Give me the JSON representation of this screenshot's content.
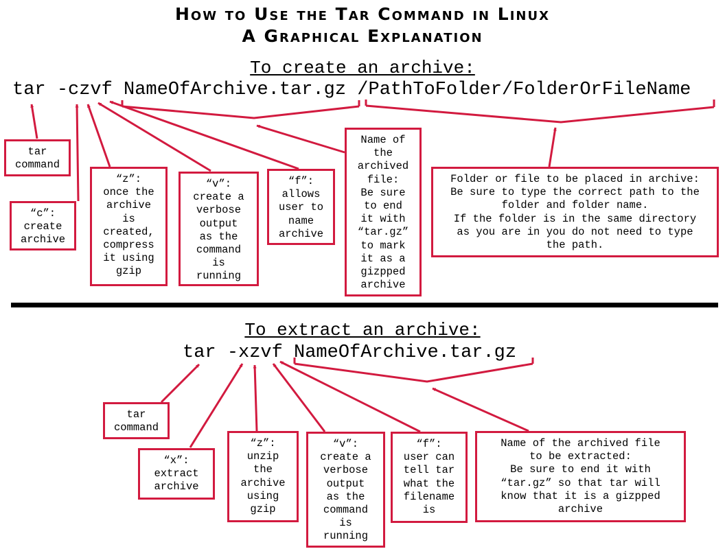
{
  "title": {
    "line1": "How to Use the Tar Command in Linux",
    "line2": "A Graphical Explanation"
  },
  "create": {
    "heading": "To create an archive:",
    "command": "tar -czvf NameOfArchive.tar.gz /PathToFolder/FolderOrFileName",
    "tokens": {
      "tar": "tar",
      "flags": "-czvf",
      "archive": "NameOfArchive.tar.gz",
      "path": "/PathToFolder/FolderOrFileName"
    },
    "boxes": {
      "tar": "tar\ncommand",
      "c": "“c”:\ncreate\narchive",
      "z": "“z”:\nonce the\narchive\nis\ncreated,\ncompress\nit using\ngzip",
      "v": "“v”:\ncreate a\nverbose\noutput\nas the\ncommand\nis\nrunning",
      "f": "“f”:\nallows\nuser to\nname\narchive",
      "name": "Name of\nthe\narchived\nfile:\nBe sure\nto end\nit with\n“tar.gz”\nto mark\nit as a\ngizpped\narchive",
      "folder": "Folder or file to be placed in archive:\nBe sure to type the correct path to the\nfolder and folder name.\nIf the folder is in the same directory\nas you are in you do not need to type\nthe path."
    }
  },
  "extract": {
    "heading": "To extract an archive:",
    "command": "tar -xzvf NameOfArchive.tar.gz",
    "tokens": {
      "tar": "tar",
      "flags": "-xzvf",
      "archive": "NameOfArchive.tar.gz"
    },
    "boxes": {
      "tar": "tar\ncommand",
      "x": "“x”:\nextract\narchive",
      "z": "“z”:\nunzip\nthe\narchive\nusing\ngzip",
      "v": "“v”:\ncreate a\nverbose\noutput\nas the\ncommand\nis\nrunning",
      "f": "“f”:\nuser can\ntell tar\nwhat the\nfilename\nis",
      "name": "Name of the archived file\nto be extracted:\nBe sure to end it with\n“tar.gz” so that tar will\nknow that it is a gizpped\narchive"
    }
  },
  "colors": {
    "accent": "#d21a3f",
    "text": "#000000",
    "background": "#ffffff"
  }
}
